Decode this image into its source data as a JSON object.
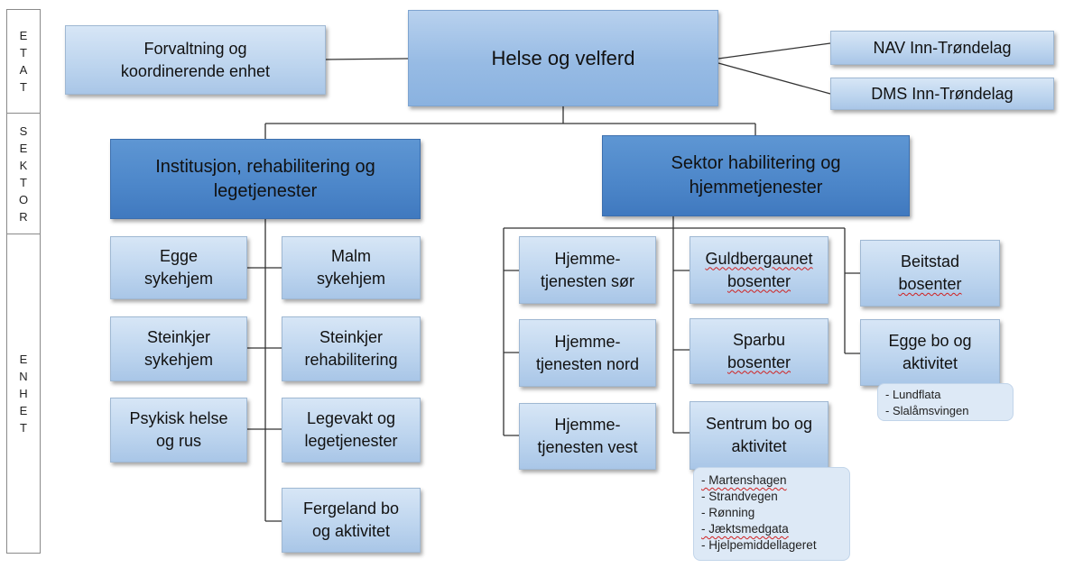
{
  "side_labels": {
    "etat": "E\nT\nA\nT",
    "sektor": "S\nE\nK\nT\nO\nR",
    "enhet": "E\nN\nH\nE\nT"
  },
  "top": {
    "main": "Helse og velferd",
    "staff": "Forvaltning og\nkoordinerende enhet",
    "nav": "NAV Inn-Trøndelag",
    "dms": "DMS Inn-Trøndelag"
  },
  "sectors": {
    "left": "Institusjon, rehabilitering og\nlegetjenester",
    "right": "Sektor habilitering og\nhjemmetjenester"
  },
  "left_units": {
    "egge": "Egge\nsykehjem",
    "malm": "Malm\nsykehjem",
    "steinkjer_sykehjem": "Steinkjer\nsykehjem",
    "steinkjer_rehab": "Steinkjer\nrehabilitering",
    "psykisk": "Psykisk helse\nog rus",
    "legevakt": "Legevakt og\nlegetjenester",
    "fergeland": "Fergeland bo\nog aktivitet"
  },
  "right_units": {
    "hjemme_sor": "Hjemme-\ntjenesten sør",
    "hjemme_nord": "Hjemme-\ntjenesten nord",
    "hjemme_vest": "Hjemme-\ntjenesten vest",
    "guldbergaunet_1": "Guldbergaunet",
    "guldbergaunet_2": "bosenter",
    "sparbu_1": "Sparbu",
    "sparbu_2": "bosenter",
    "sentrum": "Sentrum bo og\naktivitet",
    "beitstad_1": "Beitstad",
    "beitstad_2": "bosenter",
    "egge_bo": "Egge bo og\naktivitet"
  },
  "notes": {
    "egge_bo": [
      "- Lundflata",
      "- Slalåmsvingen"
    ],
    "sentrum": [
      "- Martenshagen",
      "- Strandvegen",
      "- Rønning",
      "- Jæktsmedgata",
      "- Hjelpemiddellageret"
    ]
  },
  "colors": {
    "sector_fill": "#4c86c9",
    "top_fill": "#97bbe4",
    "unit_fill": "#bcd4ee",
    "note_fill": "#dde9f6",
    "line": "#333333"
  }
}
